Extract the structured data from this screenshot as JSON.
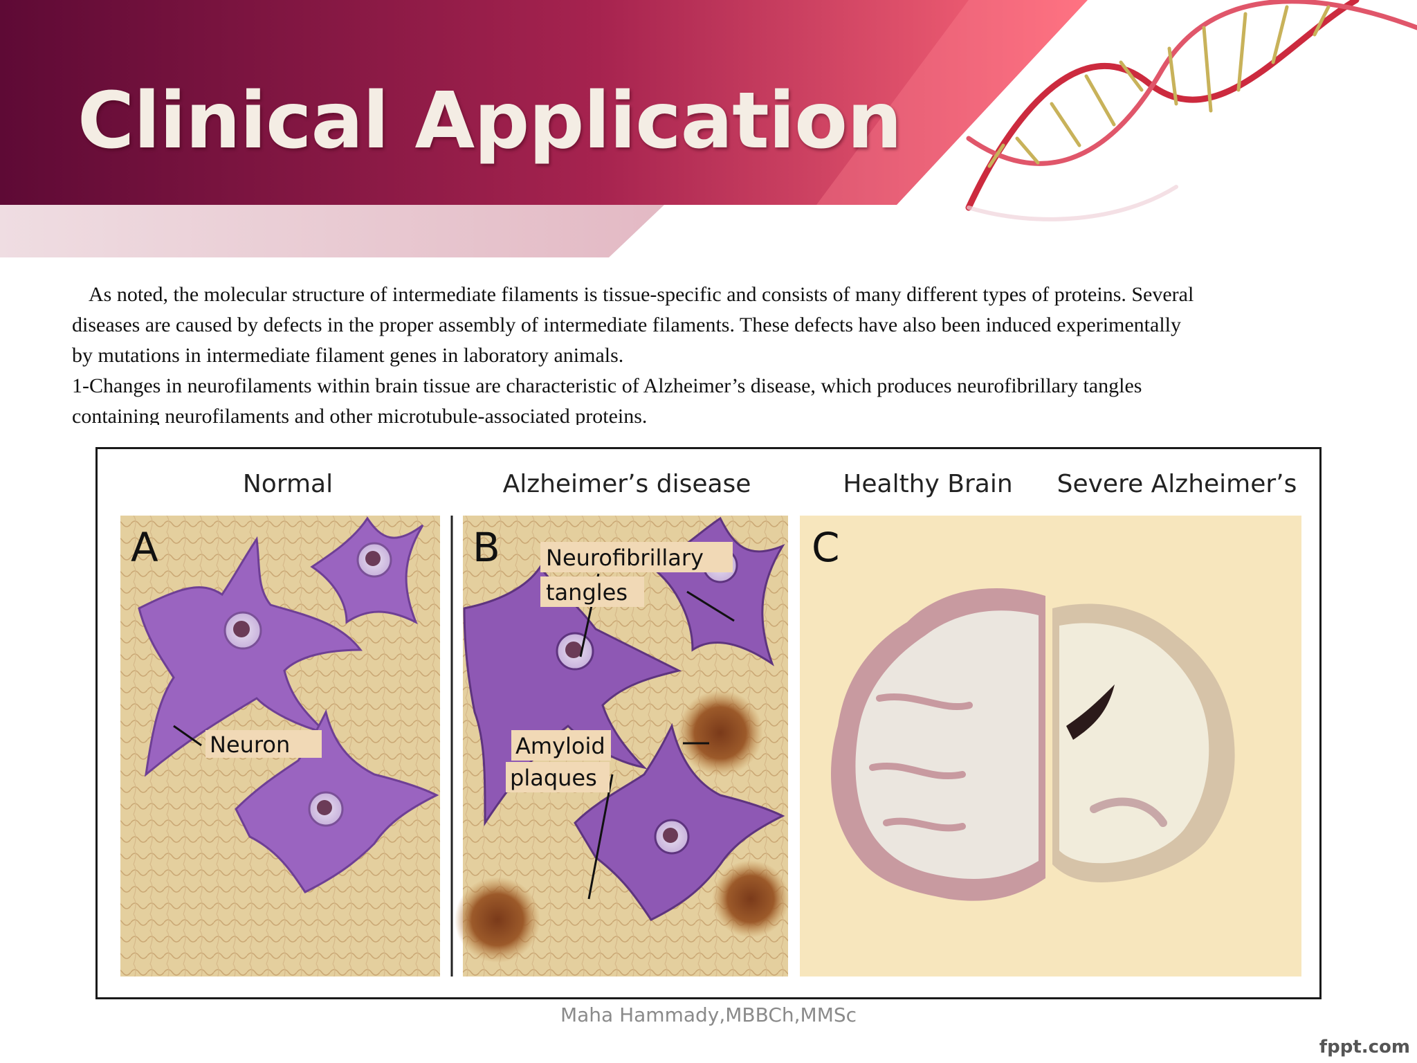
{
  "slide": {
    "title": "Clinical Application",
    "paragraphs": [
      "As noted, the molecular structure of intermediate filaments is tissue-specific and consists of many different types of proteins. Several diseases are caused by defects in the proper assembly of intermediate filaments. These defects have also been induced experimentally by mutations in intermediate filament genes in laboratory animals.",
      "1-Changes in neurofilaments within brain tissue are characteristic of Alzheimer’s disease, which produces neurofibrillary tangles containing neurofilaments and other microtubule-associated proteins."
    ],
    "footer": "Maha Hammady,MBBCh,MMSc",
    "watermark": "fppt.com"
  },
  "figure": {
    "headers": {
      "normal": "Normal",
      "alzheimers": "Alzheimer’s disease",
      "healthy": "Healthy Brain",
      "severe": "Severe Alzheimer’s"
    },
    "panel_letters": {
      "a": "A",
      "b": "B",
      "c": "C"
    },
    "labels": {
      "neuron": "Neuron",
      "tangles_1": "Neurofibrillary",
      "tangles_2": "tangles",
      "plaques_1": "Amyloid",
      "plaques_2": "plaques"
    }
  },
  "colors": {
    "banner_dark": "#5e0a35",
    "banner_light": "#ff6a7a",
    "neuron": "#9a64c0",
    "tissue": "#e4cf9e",
    "panel_c_bg": "#f7e6bd"
  }
}
